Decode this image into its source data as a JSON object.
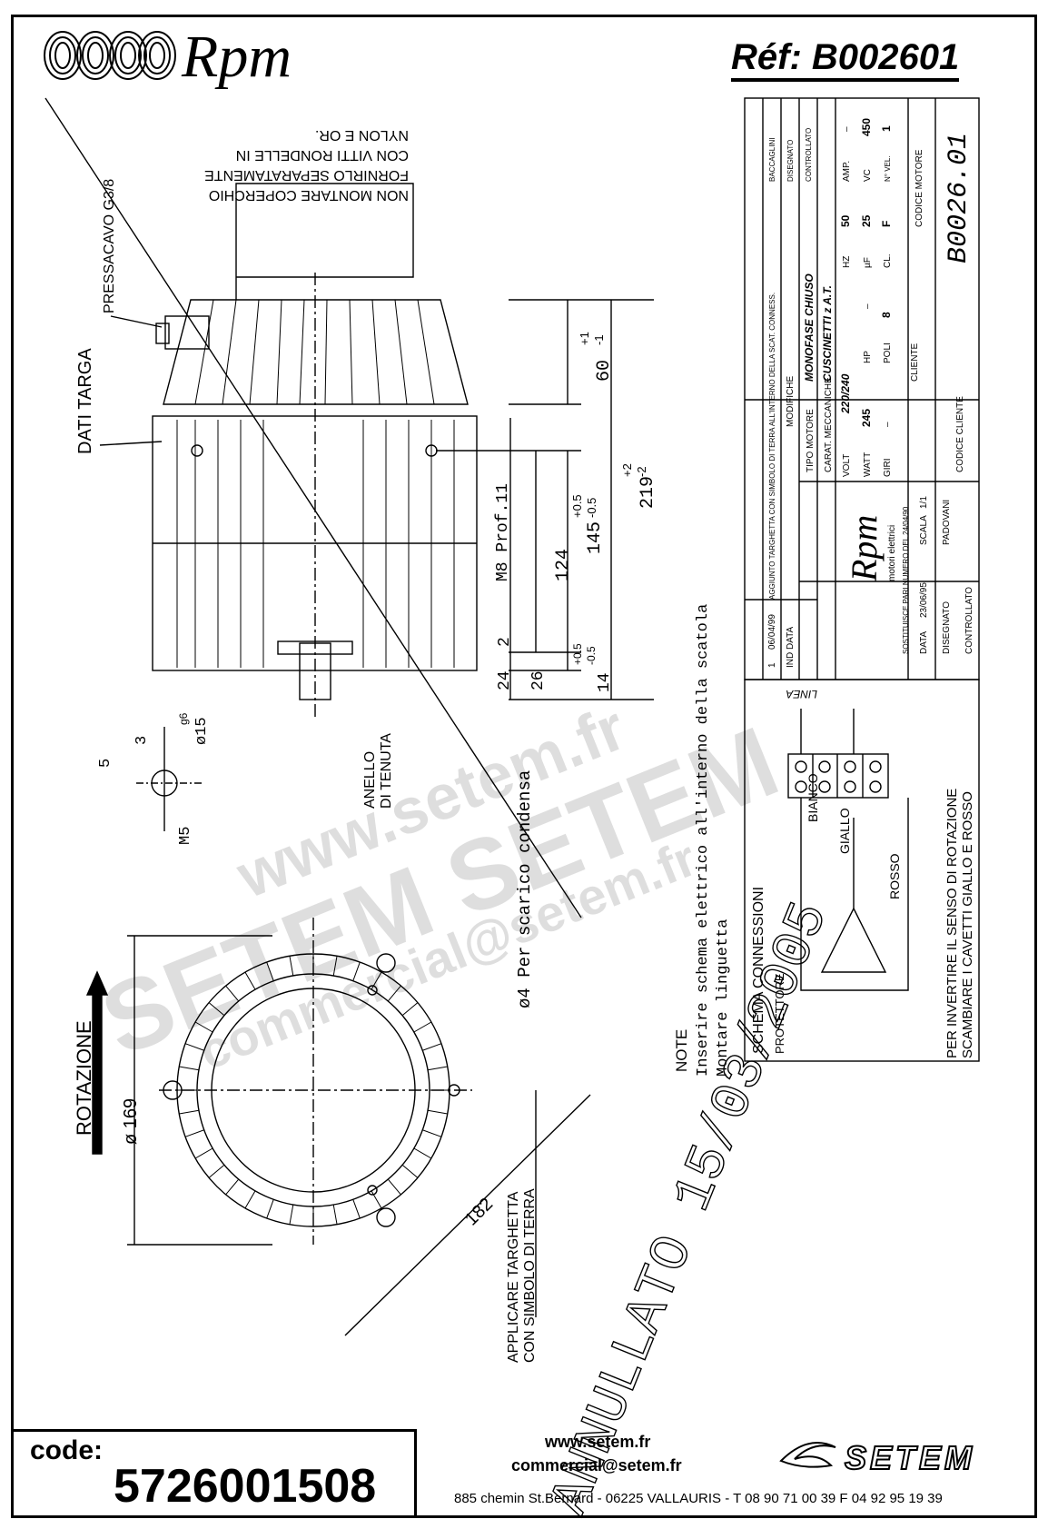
{
  "header": {
    "brand": "Rpm",
    "reference": "Réf:  B002601"
  },
  "notes": {
    "cover_note": [
      "NON MONTARE COPERCHIO",
      "FORNIRLO SEPARATAMENTE",
      "CON VITTI RONDELLE IN",
      "NYLON E OR."
    ],
    "pressacavo": "PRESSACAVO G3/8",
    "dati_targa": "DATI TARGA",
    "rotazione": "ROTAZIONE",
    "anello": [
      "ANELLO",
      "DI TENUTA"
    ],
    "scarico": "ø4 Per scarico condensa",
    "note_title": "NOTE",
    "note_lines": [
      "Inserire schema elettrico all'interno della scatola",
      "Montare linguetta"
    ],
    "targhetta": [
      "APPLICARE TARGHETTA",
      "CON SIMBOLO DI TERRA"
    ],
    "annullato": "ANNULLATO 15/03/2005"
  },
  "dimensions": {
    "h60": "60",
    "h60_tol_up": "+1",
    "h60_tol_dn": "-1",
    "h219": "219",
    "h219_tol_up": "+2",
    "h219_tol_dn": "-2",
    "h145": "145",
    "h145_tol_up": "+0.5",
    "h145_tol_dn": "-0.5",
    "h124": "124",
    "m8": "M8 Prof.11",
    "d2": "2",
    "d24": "24",
    "d26": "26",
    "d14": "14",
    "d14_tol_up": "+0.5",
    "d14_tol_dn": "-0.5",
    "d169": "ø 169",
    "d182": "182",
    "shaft_d15": "ø15",
    "shaft_g6": "g6",
    "shaft_3": "3",
    "shaft_5": "5",
    "shaft_m5": "M5"
  },
  "title_block": {
    "modifications": [
      {
        "n": "1",
        "date": "06/04/99",
        "text": "AGGIUNTO TARGHETTA CON SIMBOLO DI TERRA ALL'INTERNO DELLA SCAT. CONNESS.",
        "by": "BACCAGLINI"
      }
    ],
    "mod_header": {
      "ind": "IND",
      "data": "DATA",
      "modifiche": "MODIFICHE",
      "disegnato": "DISEGNATO",
      "controllato": "CONTROLLATO"
    },
    "tipo_motore_label": "TIPO MOTORE",
    "tipo_motore": "MONOFASE CHIUSO",
    "carat_label": "CARAT. MECCANICHE",
    "carat": "CUSCINETTI z A.T.",
    "volt_label": "VOLT",
    "volt": "220/240",
    "hz_label": "HZ",
    "hz": "50",
    "amp_label": "AMP.",
    "amp": "–",
    "watt_label": "WATT",
    "watt": "245",
    "hp_label": "HP",
    "hp": "–",
    "uf_label": "µF",
    "uf": "25",
    "vc_label": "VC",
    "vc": "450",
    "giri_label": "GIRI",
    "giri": "–",
    "poli_label": "POLI",
    "poli": "8",
    "cl_label": "CL.",
    "cl": "F",
    "vel_label": "N° VEL.",
    "vel": "1",
    "cliente_label": "CLIENTE",
    "codice_motore_label": "CODICE MOTORE",
    "codice_motore": "B0026.01",
    "codice_cliente_label": "CODICE CLIENTE",
    "sostituisce": "SOSTITUISCE PARI NUMERO DEL  24/04/90",
    "data_label": "DATA",
    "data": "23/06/95",
    "scala_label": "SCALA",
    "scala": "1/1",
    "disegnato_label": "DISEGNATO",
    "disegnato": "PADOVANI",
    "controllato_label": "CONTROLLATO",
    "logo_name": "Rpm",
    "logo_sub": "motori elettrici"
  },
  "connections": {
    "title": "SCHEMA CONNESSIONI",
    "linea": "LINEA",
    "bianco": "BIANCO",
    "giallo": "GIALLO",
    "rosso": "ROSSO",
    "protettore": "PROTETTORE",
    "invert_note": [
      "PER INVERTIRE IL SENSO DI ROTAZIONE",
      "SCAMBIARE I CAVETTI GIALLO E ROSSO"
    ]
  },
  "watermark": {
    "line1": "www.setem.fr",
    "line2": "SETEM  SETEM",
    "line3": "commercial@setem.fr"
  },
  "footer": {
    "code_label": "code:",
    "code": "5726001508",
    "website": "www.setem.fr",
    "email": "commercial@setem.fr",
    "address": "885 chemin St.Bernard  -  06225 VALLAURIS  -  T 08 90 71 00 39   F 04 92 95 19 39",
    "logo": "SETEM"
  }
}
